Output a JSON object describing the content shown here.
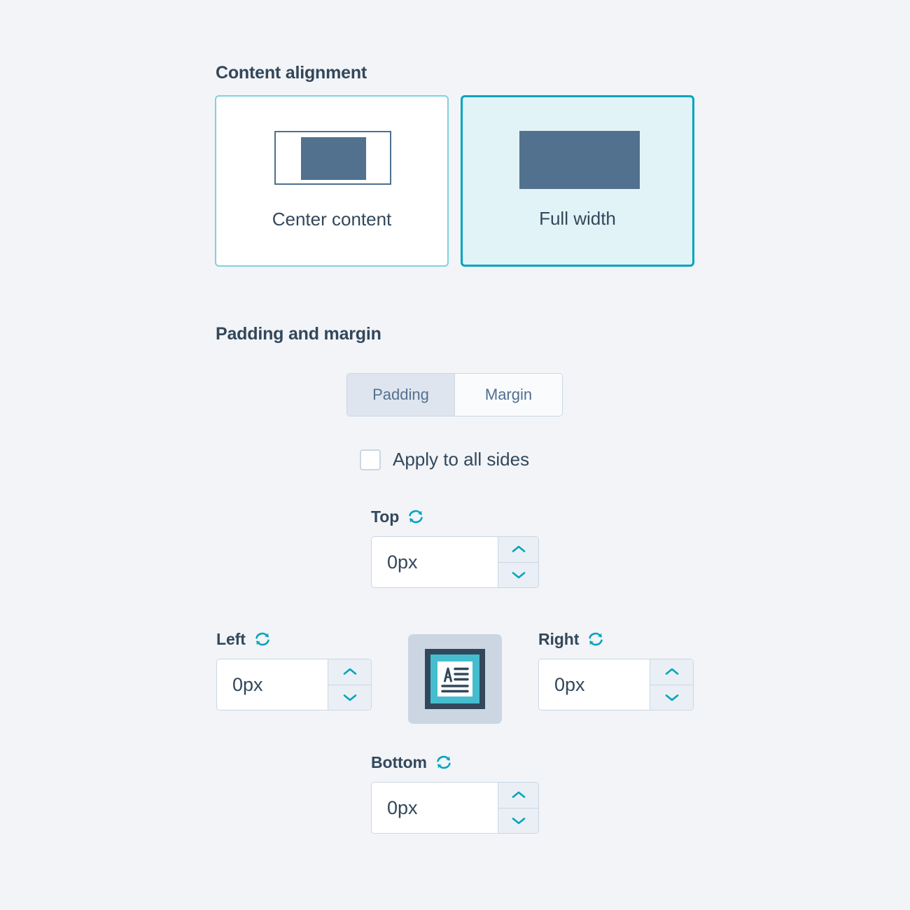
{
  "sections": {
    "content_alignment": {
      "title": "Content alignment",
      "options": [
        {
          "label": "Center content",
          "value": "center",
          "selected": false,
          "preview": "center-content-preview"
        },
        {
          "label": "Full width",
          "value": "full",
          "selected": true,
          "preview": "full-width-preview"
        }
      ]
    },
    "padding_and_margin": {
      "title": "Padding and margin",
      "segmented_control": {
        "options": [
          {
            "label": "Padding",
            "value": "padding",
            "selected": true
          },
          {
            "label": "Margin",
            "value": "margin",
            "selected": false
          }
        ]
      },
      "apply_all": {
        "label": "Apply to all sides",
        "checked": false
      },
      "fields": [
        {
          "key": "top",
          "label": "Top",
          "value": "0px",
          "placeholder": "0px",
          "reset_icon": "refresh-icon"
        },
        {
          "key": "left",
          "label": "Left",
          "value": "0px",
          "placeholder": "0px",
          "reset_icon": "refresh-icon"
        },
        {
          "key": "right",
          "label": "Right",
          "value": "0px",
          "placeholder": "0px",
          "reset_icon": "refresh-icon"
        },
        {
          "key": "bottom",
          "label": "Bottom",
          "value": "0px",
          "placeholder": "0px",
          "reset_icon": "refresh-icon"
        }
      ],
      "center_icon": "document-text-icon"
    }
  },
  "colors": {
    "page_background": "#F2F4F7",
    "text_primary": "#33475B",
    "accent_teal": "#00A4BD",
    "accent_teal_light": "#45BDCE",
    "card_border_unselected": "#7FD1DE",
    "card_selected_fill": "#E2F3F7",
    "preview_block": "#51718E",
    "border_gray": "#CBD6E2",
    "segment_active": "#DEE5EF",
    "stepper_button": "#EAEFF5"
  }
}
